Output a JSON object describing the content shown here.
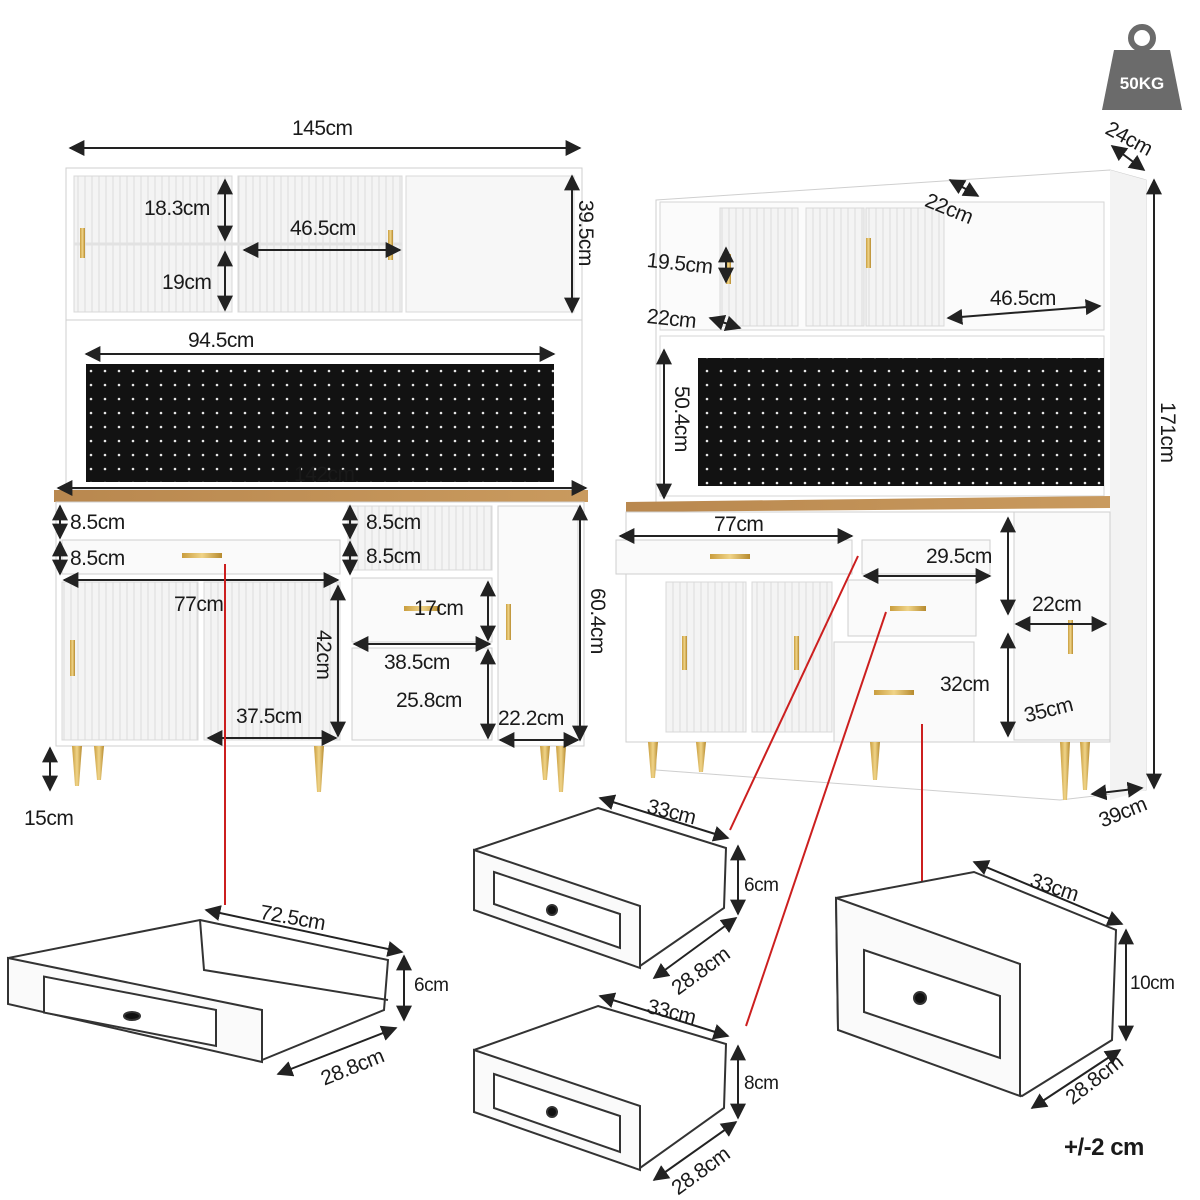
{
  "weight": {
    "label": "50KG",
    "icon": "weight-icon"
  },
  "tolerance": "+/-2 cm",
  "left_view": {
    "width_top": "145cm",
    "top_shelf_h": "18.3cm",
    "top_shelf_w": "46.5cm",
    "top_shelf_h2": "19cm",
    "hutch_h": "39.5cm",
    "pegboard_w": "94.5cm",
    "counter_w": "142cm",
    "drawer_gap1": "8.5cm",
    "drawer_h1": "8.5cm",
    "mid_gap1": "8.5cm",
    "mid_h1": "8.5cm",
    "cab_w": "77cm",
    "mid_drawer2": "17cm",
    "base_h": "60.4cm",
    "door_h": "42cm",
    "mid_w": "38.5cm",
    "mid_drawer3": "25.8cm",
    "door_w": "37.5cm",
    "side_w": "22.2cm",
    "leg_h": "15cm"
  },
  "right_view": {
    "depth_top": "24cm",
    "shelf_d": "22cm",
    "shelf_h": "19.5cm",
    "shelf_d2": "22cm",
    "shelf_w": "46.5cm",
    "total_h": "171cm",
    "peg_h": "50.4cm",
    "cab_w": "77cm",
    "drawer_w": "29.5cm",
    "side_h": "22cm",
    "drawer3_h": "32cm",
    "side_h2": "35cm",
    "depth_base": "39cm"
  },
  "drawers": [
    {
      "w": "72.5cm",
      "h": "6cm",
      "d": "28.8cm"
    },
    {
      "w": "33cm",
      "h": "6cm",
      "d": "28.8cm"
    },
    {
      "w": "33cm",
      "h": "8cm",
      "d": "28.8cm"
    },
    {
      "w": "33cm",
      "h": "10cm",
      "d": "28.8cm"
    }
  ]
}
